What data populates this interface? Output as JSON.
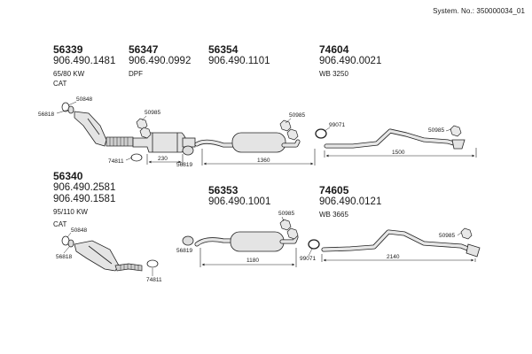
{
  "system_number": "System. No.: 350000034_01",
  "top_row": {
    "catalyst": {
      "code": "56339",
      "part": "906.490.1481",
      "note": "65/80 KW",
      "sub": "CAT"
    },
    "dpf": {
      "code": "56347",
      "part": "906.490.0992",
      "note": "DPF"
    },
    "middle": {
      "code": "56354",
      "part": "906.490.1101"
    },
    "rear": {
      "code": "74604",
      "part": "906.490.0021",
      "note": "WB 3250"
    }
  },
  "bottom_row": {
    "catalyst": {
      "code": "56340",
      "part1": "906.490.2581",
      "part2": "906.490.1581",
      "note": "95/110 KW",
      "sub": "CAT"
    },
    "middle": {
      "code": "56353",
      "part": "906.490.1001"
    },
    "rear": {
      "code": "74605",
      "part": "906.490.0121",
      "note": "WB 3665"
    }
  },
  "callouts": {
    "top_cat_gasket": "50848",
    "top_cat_flange": "56818",
    "top_clamp_1": "50985",
    "top_clamp_2": "50985",
    "top_clamp_3": "50985",
    "top_clamp_ring": "99071",
    "top_band_clamp": "74811",
    "top_sleeve": "56819",
    "bot_cat_gasket": "50848",
    "bot_cat_flange": "56818",
    "bot_band_clamp": "74811",
    "bot_sleeve": "56819",
    "bot_clamp_1": "50985",
    "bot_clamp_2": "50985",
    "bot_clamp_ring": "99071"
  },
  "dimensions": {
    "top_dpf_length": "230",
    "top_middle_length": "1360",
    "top_rear_length": "1500",
    "bot_middle_length": "1180",
    "bot_rear_length": "2140"
  }
}
